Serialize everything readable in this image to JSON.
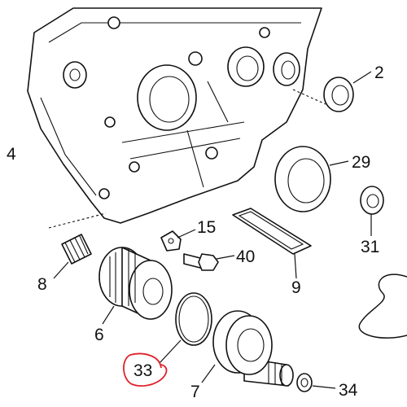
{
  "highlight_color": "#e0202a",
  "line_color": "#111111",
  "labels": {
    "p2": "2",
    "p29": "29",
    "p31": "31",
    "p15": "15",
    "p40": "40",
    "p9": "9",
    "p8": "8",
    "p6": "6",
    "p33": "33",
    "p7": "7",
    "p34": "34",
    "p4": "4"
  }
}
